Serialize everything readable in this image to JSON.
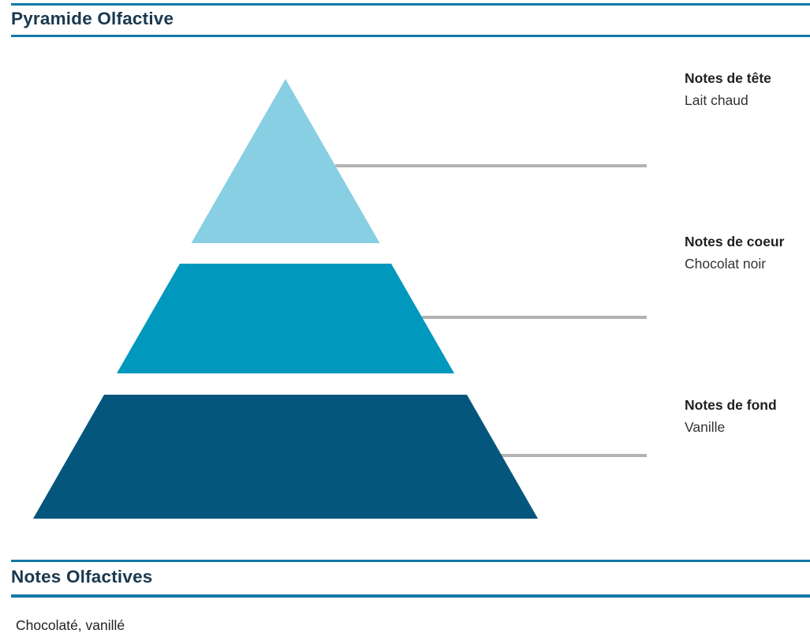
{
  "pyramid_section": {
    "title": "Pyramide Olfactive"
  },
  "pyramid": {
    "connector_color": "#b3b3b3",
    "levels": [
      {
        "name": "top",
        "label": "Notes de tête",
        "note": "Lait chaud",
        "color": "#89cfe3"
      },
      {
        "name": "heart",
        "label": "Notes de coeur",
        "note": "Chocolat noir",
        "color": "#0098bc"
      },
      {
        "name": "base",
        "label": "Notes de fond",
        "note": "Vanille",
        "color": "#04567d"
      }
    ]
  },
  "notes_section": {
    "title": "Notes Olfactives",
    "content": "Chocolaté, vanillé"
  },
  "colors": {
    "rule_blue": "#1478a8",
    "heading_text": "#1a384e",
    "label_title_text": "#1f1f1f",
    "label_note_text": "#333333"
  }
}
